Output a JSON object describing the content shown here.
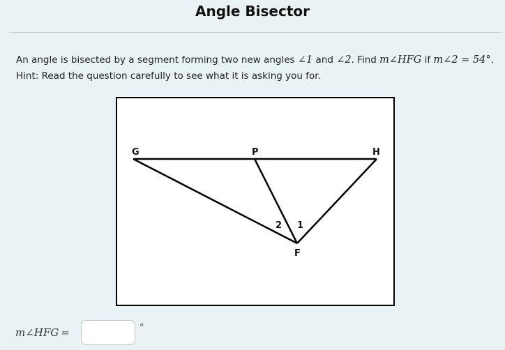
{
  "page": {
    "title": "Angle Bisector"
  },
  "question": {
    "text_before": "An angle is bisected by a segment forming two new angles ",
    "angle_1": "∠1",
    "and": " and ",
    "angle_2": "∠2",
    "find": ". Find ",
    "target_m": "m",
    "target_angle": "∠HFG",
    "if": " if ",
    "given_m": "m",
    "given_angle": "∠2",
    "given_eq": " = 54°",
    "period": ".",
    "hint": "Hint: Read the question carefully to see what it is asking you for."
  },
  "figure": {
    "labels": {
      "G": "G",
      "P": "P",
      "H": "H",
      "F": "F",
      "angle_2": "2",
      "angle_1": "1"
    }
  },
  "answer": {
    "label_m": "m",
    "label_angle": "∠HFG",
    "label_eq": "=",
    "value": "",
    "placeholder": "",
    "unit": "°"
  }
}
